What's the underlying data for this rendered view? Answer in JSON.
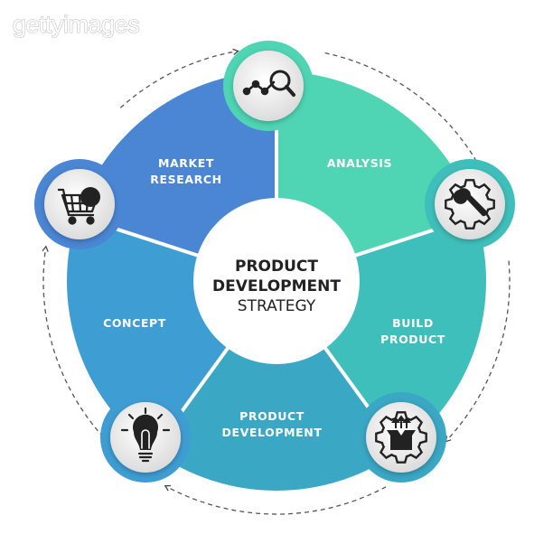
{
  "watermark": "gettyimages",
  "center": {
    "line1": "PRODUCT",
    "line2": "DEVELOPMENT",
    "line3": "STRATEGY"
  },
  "segments": [
    {
      "id": "market-research",
      "line1": "MARKET",
      "line2": "RESEARCH",
      "color": "#4a86d4",
      "icon": "shopping-cart-icon"
    },
    {
      "id": "analysis",
      "line1": "ANALYSIS",
      "line2": "",
      "color": "#4fd5b3",
      "icon": "magnifier-chart-icon"
    },
    {
      "id": "build-product",
      "line1": "BUILD",
      "line2": "PRODUCT",
      "color": "#3fbfbb",
      "icon": "wrench-gear-icon"
    },
    {
      "id": "product-development",
      "line1": "PRODUCT",
      "line2": "DEVELOPMENT",
      "color": "#3aa7c4",
      "icon": "gear-box-icon"
    },
    {
      "id": "concept",
      "line1": "CONCEPT",
      "line2": "",
      "color": "#3e9dd2",
      "icon": "lightbulb-icon"
    }
  ],
  "colors": {
    "ring_dash": "#555555",
    "icon_stroke": "#222222",
    "center_fill": "#ffffff"
  }
}
